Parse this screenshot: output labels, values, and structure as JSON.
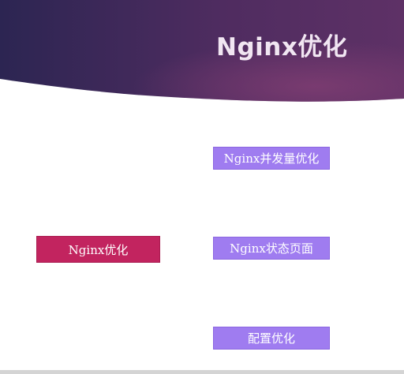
{
  "slide": {
    "title": "Nginx优化",
    "colors": {
      "header_dark": "#2c2552",
      "header_mid": "#5a2f63",
      "header_highlight": "#7a3a6e",
      "root_node": "#c2245f",
      "child_node": "#9f7cf0",
      "title_text": "#f1e6f2"
    }
  },
  "diagram": {
    "root": {
      "label": "Nginx优化"
    },
    "children": [
      {
        "label": "Nginx并发量优化"
      },
      {
        "label": "Nginx状态页面"
      },
      {
        "label": "配置优化"
      }
    ]
  }
}
